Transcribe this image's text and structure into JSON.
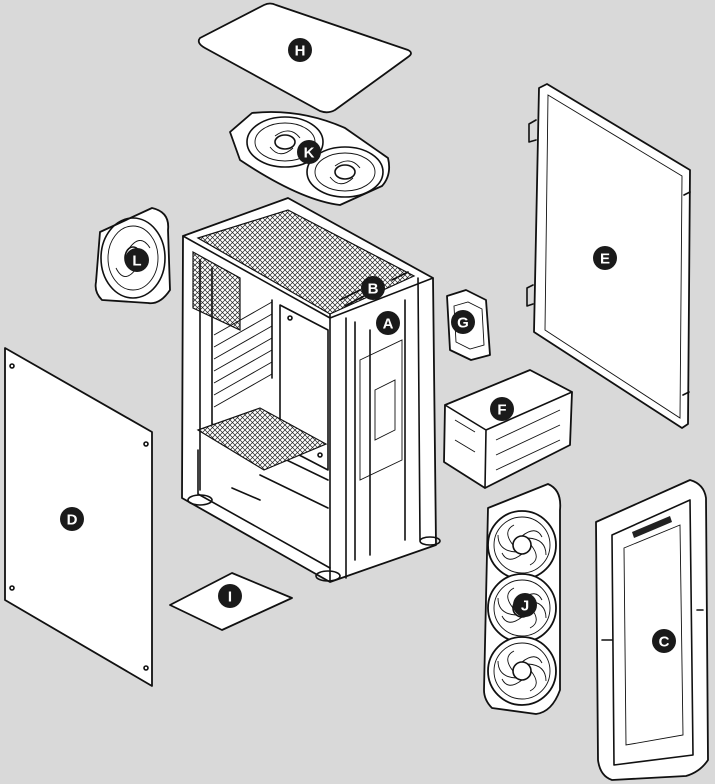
{
  "parts": [
    {
      "id": "A",
      "label": "A"
    },
    {
      "id": "B",
      "label": "B"
    },
    {
      "id": "C",
      "label": "C"
    },
    {
      "id": "D",
      "label": "D"
    },
    {
      "id": "E",
      "label": "E"
    },
    {
      "id": "F",
      "label": "F"
    },
    {
      "id": "G",
      "label": "G"
    },
    {
      "id": "H",
      "label": "H"
    },
    {
      "id": "I",
      "label": "I"
    },
    {
      "id": "J",
      "label": "J"
    },
    {
      "id": "K",
      "label": "K"
    },
    {
      "id": "L",
      "label": "L"
    }
  ],
  "colors": {
    "background": "#d9d9d9",
    "line": "#111111",
    "badge": "#1a1a1a",
    "badge_text": "#ffffff"
  }
}
